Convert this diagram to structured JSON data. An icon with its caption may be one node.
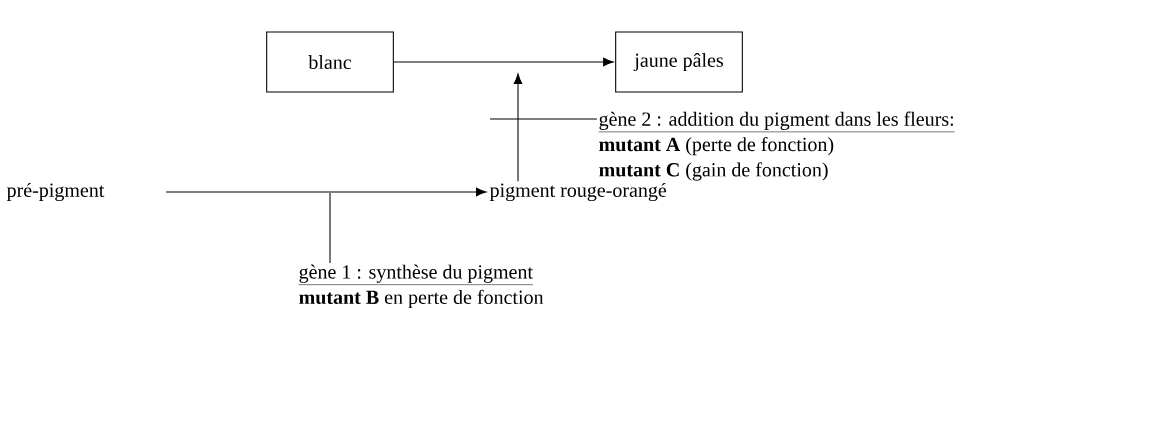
{
  "diagram": {
    "nodes": [
      {
        "text": [
          "blanc"
        ]
      },
      {
        "text": [
          "jaune pâles"
        ]
      },
      {
        "text": [
          "pré-pigment"
        ]
      },
      {
        "text": [
          "pigment rouge-orangé"
        ]
      },
      {
        "text": [
          "gène 2 : addition du pigment dans les fleurs:",
          "**mutant A** (perte de fonction)",
          "**mutant C** (gain de fonction)"
        ]
      },
      {
        "text": [
          "gène 1 : synthèse du pigment",
          "**mutant B** en perte de fonction"
        ]
      }
    ],
    "edges": [
      {
        "from": 0,
        "to": 1,
        "arrow": "to"
      },
      {
        "from": 2,
        "to": 3,
        "arrow": "to"
      },
      {
        "from": 3,
        "to": null,
        "arrow": "to"
      },
      {
        "from": 4,
        "to": null,
        "arrow": "none"
      },
      {
        "from": 5,
        "to": null,
        "arrow": "none"
      }
    ]
  }
}
